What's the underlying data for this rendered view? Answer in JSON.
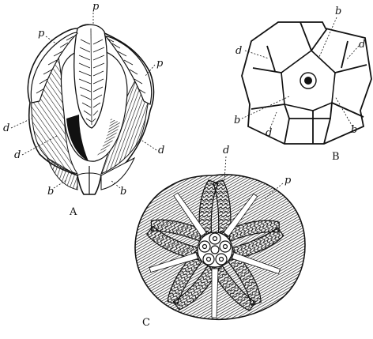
{
  "figure_a": {
    "caption": "A",
    "labels": {
      "p_top": "p",
      "p_left": "p",
      "p_right": "p",
      "d_left_upper": "d",
      "d_left_lower": "d",
      "d_right": "d",
      "b_left": "b",
      "b_right": "b"
    }
  },
  "figure_b": {
    "caption": "B",
    "labels": {
      "b_top": "b",
      "d_left": "d",
      "d_right": "d",
      "b_left": "b",
      "d_lower": "d",
      "b_right": "b"
    }
  },
  "figure_c": {
    "caption": "C",
    "labels": {
      "d_top": "d",
      "p_right": "p"
    }
  }
}
